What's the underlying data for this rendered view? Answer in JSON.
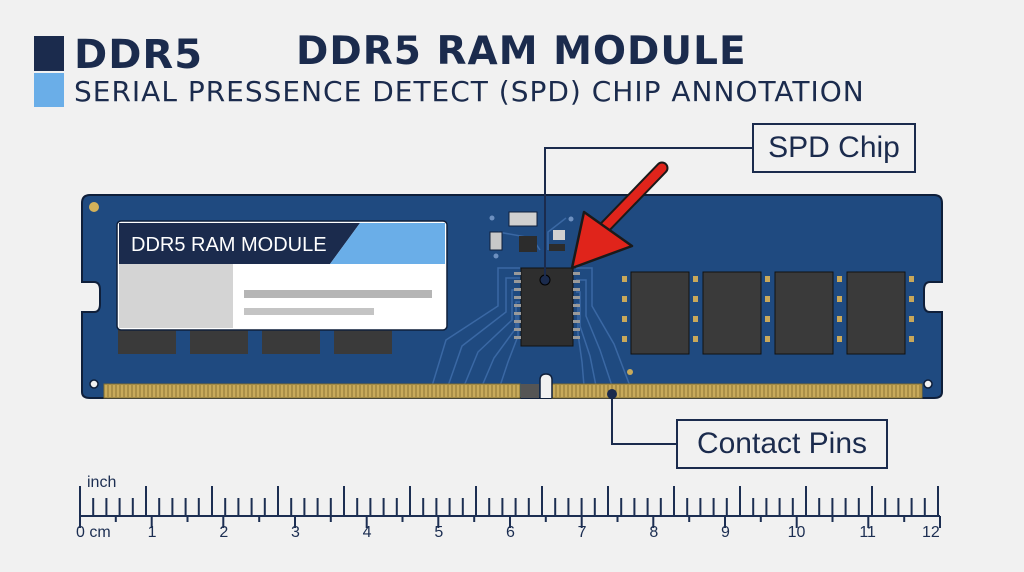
{
  "header": {
    "brand": "DDR5",
    "title": "DDR5 RAM MODULE",
    "subtitle": "SERIAL PRESSENCE DETECT (SPD) CHIP ANNOTATION"
  },
  "module": {
    "label_text": "DDR5 RAM MODULE"
  },
  "callouts": {
    "spd": "SPD Chip",
    "pins": "Contact Pins"
  },
  "ruler": {
    "inch_label": "inch",
    "cm_labels": [
      "0 cm",
      "1",
      "2",
      "3",
      "4",
      "5",
      "6",
      "7",
      "8",
      "9",
      "10",
      "11",
      "12"
    ]
  },
  "colors": {
    "pcb": "#1f4a80",
    "chip": "#3a3a3a",
    "arrow": "#e0241b",
    "accent": "#6aaee8",
    "navy": "#1b2b4d",
    "gold": "#c8aa5a"
  }
}
